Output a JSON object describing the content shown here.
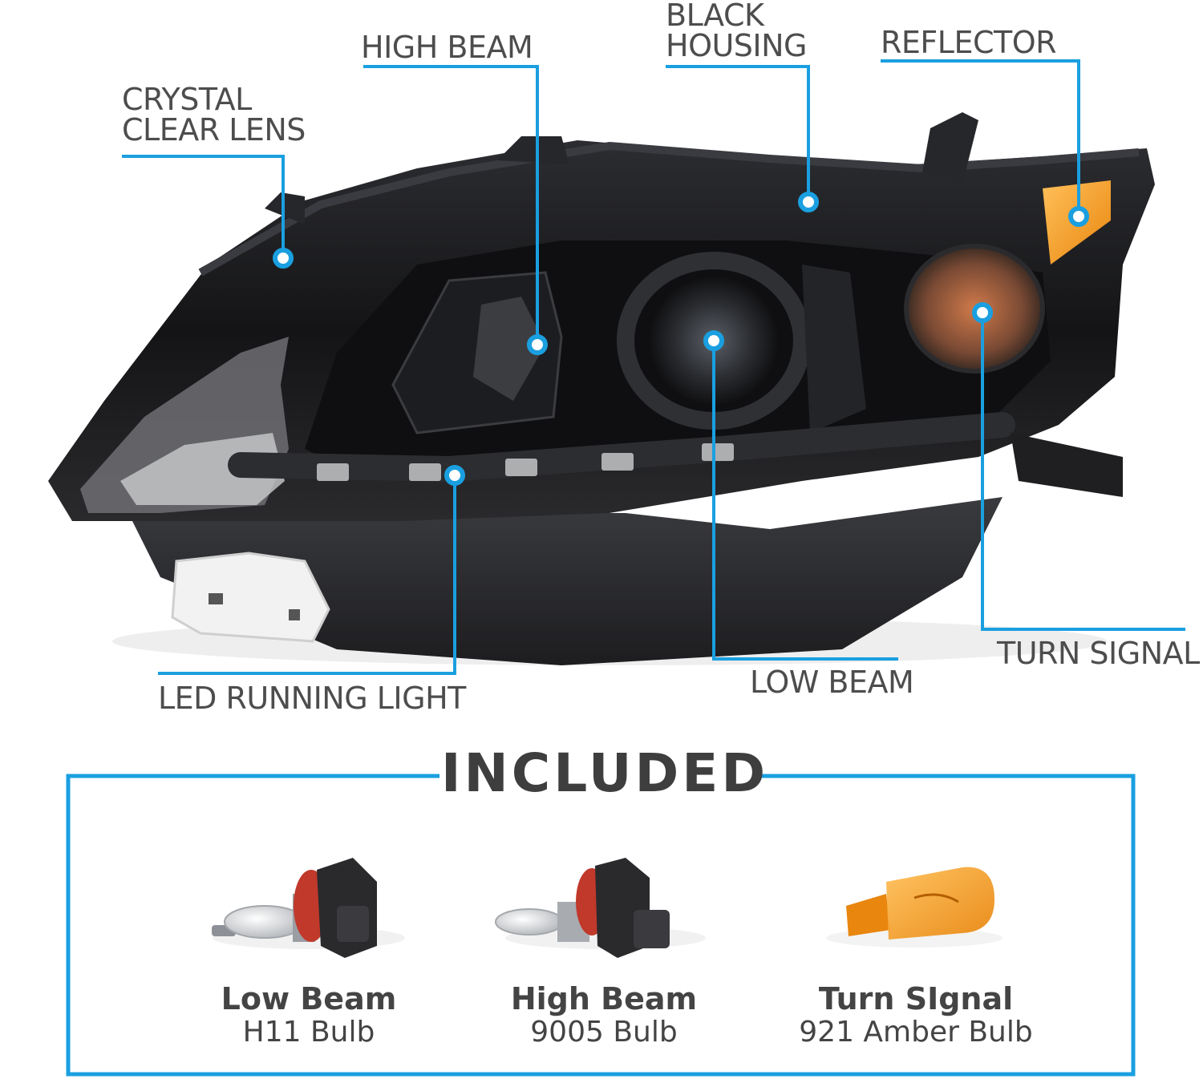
{
  "callouts": {
    "crystal_clear_lens": [
      "CRYSTAL",
      "CLEAR LENS"
    ],
    "high_beam": "HIGH BEAM",
    "black_housing": [
      "BLACK",
      "HOUSING"
    ],
    "reflector": "REFLECTOR",
    "led_running_light": "LED RUNNING LIGHT",
    "low_beam": "LOW BEAM",
    "turn_signal": "TURN SIGNAL"
  },
  "included": {
    "title": "INCLUDED",
    "items": [
      {
        "name": "Low Beam",
        "spec": "H11 Bulb"
      },
      {
        "name": "High Beam",
        "spec": "9005 Bulb"
      },
      {
        "name": "Turn SIgnal",
        "spec": "921 Amber Bulb"
      }
    ]
  },
  "colors": {
    "callout_line": "#1a9fe0",
    "housing": "#1a1a1c",
    "amber": "#f5a11c"
  }
}
